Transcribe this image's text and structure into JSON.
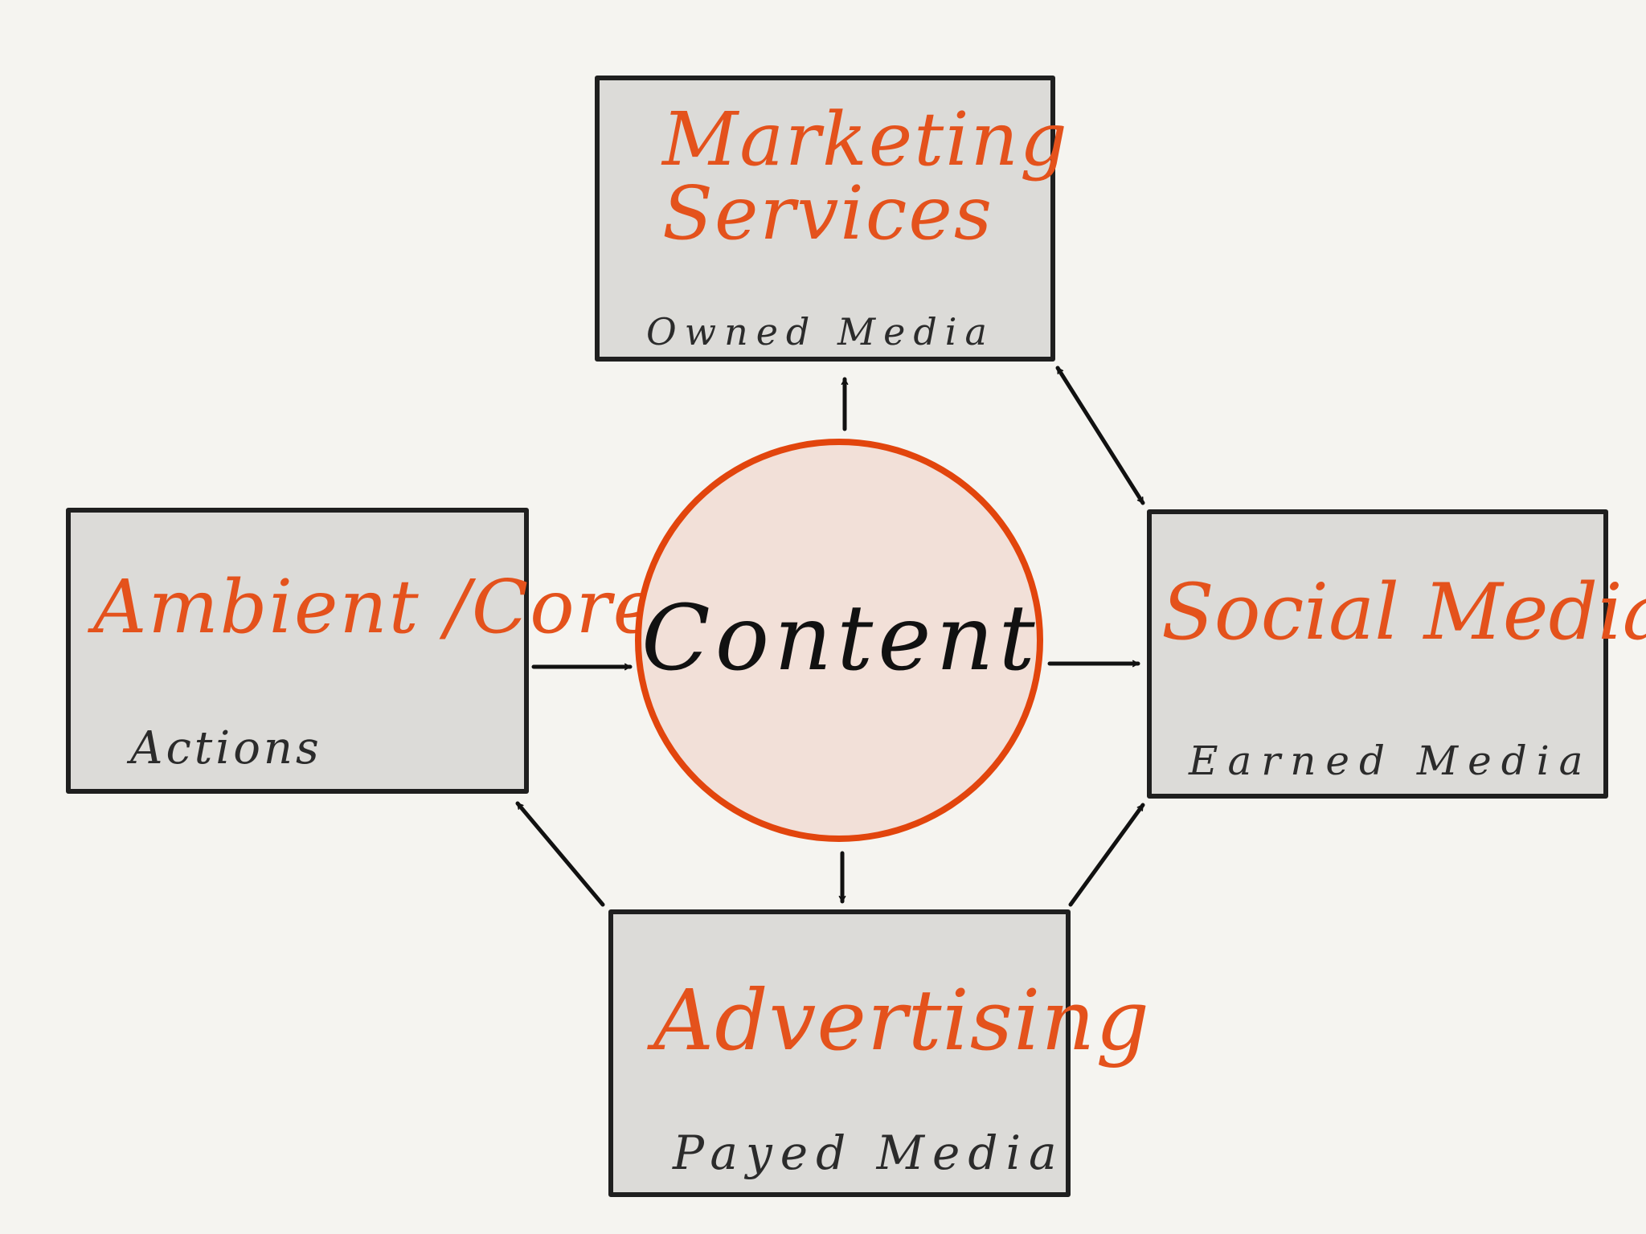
{
  "center": {
    "label": "Content"
  },
  "nodes": {
    "marketing_services": {
      "title": "Marketing Services",
      "subtitle": "Owned Media"
    },
    "ambient_core": {
      "title": "Ambient /Core",
      "subtitle": "Actions"
    },
    "social_media": {
      "title": "Social Media",
      "subtitle": "Earned Media"
    },
    "advertising": {
      "title": "Advertising",
      "subtitle": "Payed Media"
    }
  },
  "colors": {
    "accent": "#e4521c",
    "circle_fill": "#f2e0d8",
    "box_fill": "#dcdbd8",
    "ink": "#1f1f1f",
    "background": "#f5f4f0"
  }
}
